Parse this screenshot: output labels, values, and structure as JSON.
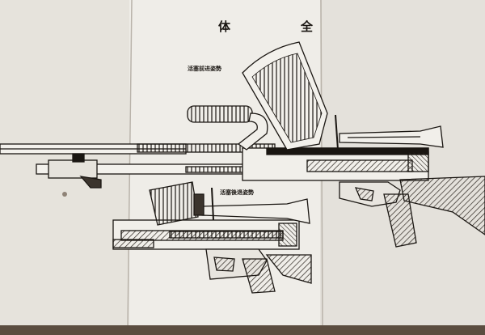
{
  "document": {
    "title_left": "体",
    "title_right": "全",
    "label_top": "活塞前进姿勢",
    "label_mid": "活塞後退姿勢"
  },
  "colors": {
    "paper": "#e7e4de",
    "paper_center": "#f0eeea",
    "ink": "#1a1612",
    "hatch": "#3b342d",
    "background": "#6d5e4f"
  }
}
